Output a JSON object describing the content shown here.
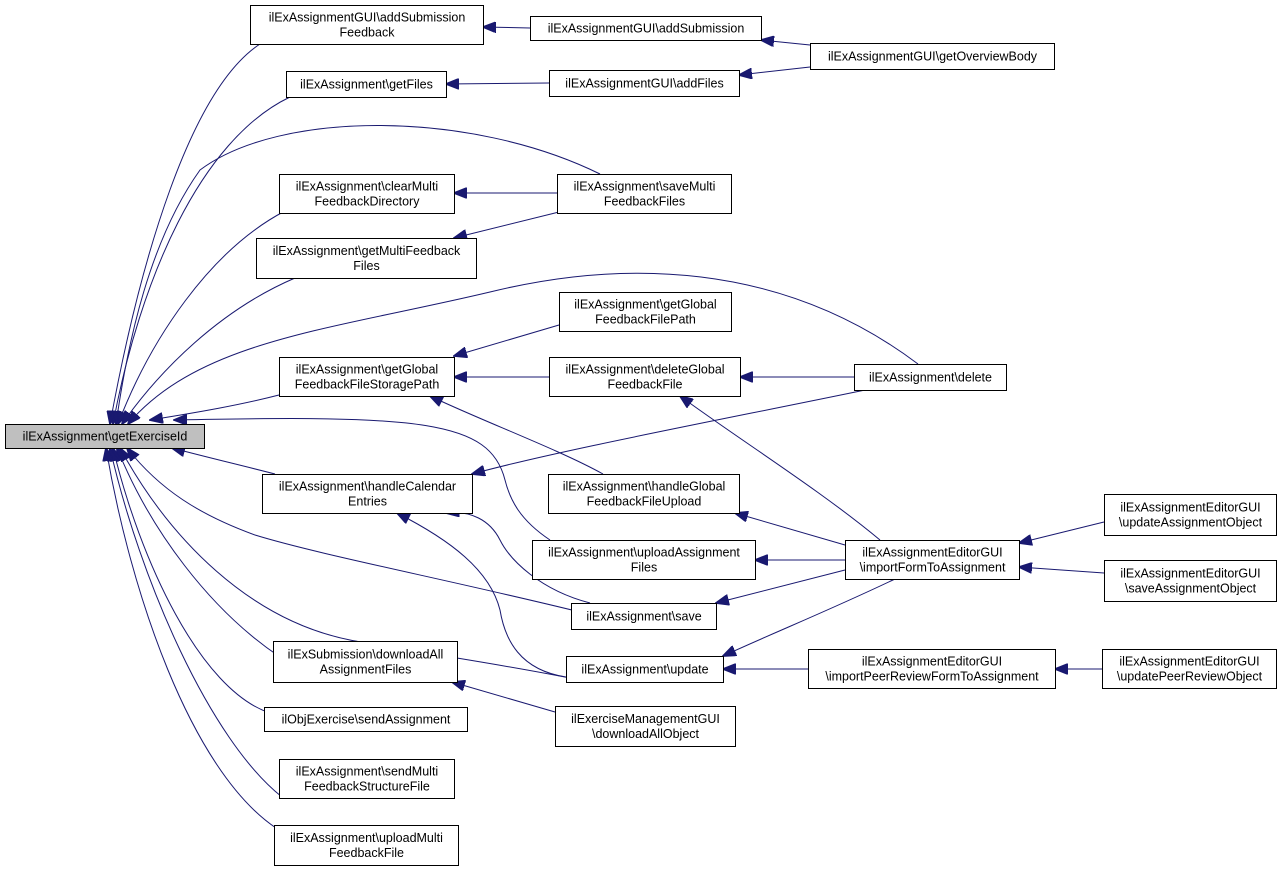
{
  "diagram": {
    "nodes": [
      {
        "id": "getExerciseId",
        "lines": [
          "ilExAssignment\\getExerciseId"
        ],
        "root": true
      },
      {
        "id": "guiAddSubmissionFeedback",
        "lines": [
          "ilExAssignmentGUI\\addSubmission",
          "Feedback"
        ]
      },
      {
        "id": "guiAddSubmission",
        "lines": [
          "ilExAssignmentGUI\\addSubmission"
        ]
      },
      {
        "id": "guiGetOverviewBody",
        "lines": [
          "ilExAssignmentGUI\\getOverviewBody"
        ]
      },
      {
        "id": "getFiles",
        "lines": [
          "ilExAssignment\\getFiles"
        ]
      },
      {
        "id": "guiAddFiles",
        "lines": [
          "ilExAssignmentGUI\\addFiles"
        ]
      },
      {
        "id": "clearMulti",
        "lines": [
          "ilExAssignment\\clearMulti",
          "FeedbackDirectory"
        ]
      },
      {
        "id": "saveMulti",
        "lines": [
          "ilExAssignment\\saveMulti",
          "FeedbackFiles"
        ]
      },
      {
        "id": "getMultiFeedback",
        "lines": [
          "ilExAssignment\\getMultiFeedback",
          "Files"
        ]
      },
      {
        "id": "getGlobalPath",
        "lines": [
          "ilExAssignment\\getGlobal",
          "FeedbackFilePath"
        ]
      },
      {
        "id": "getGlobalStorage",
        "lines": [
          "ilExAssignment\\getGlobal",
          "FeedbackFileStoragePath"
        ]
      },
      {
        "id": "deleteGlobal",
        "lines": [
          "ilExAssignment\\deleteGlobal",
          "FeedbackFile"
        ]
      },
      {
        "id": "delete",
        "lines": [
          "ilExAssignment\\delete"
        ]
      },
      {
        "id": "handleCalendar",
        "lines": [
          "ilExAssignment\\handleCalendar",
          "Entries"
        ]
      },
      {
        "id": "handleGlobal",
        "lines": [
          "ilExAssignment\\handleGlobal",
          "FeedbackFileUpload"
        ]
      },
      {
        "id": "uploadAssignment",
        "lines": [
          "ilExAssignment\\uploadAssignment",
          "Files"
        ]
      },
      {
        "id": "importForm",
        "lines": [
          "ilExAssignmentEditorGUI",
          "\\importFormToAssignment"
        ]
      },
      {
        "id": "updateAssignmentObject",
        "lines": [
          "ilExAssignmentEditorGUI",
          "\\updateAssignmentObject"
        ]
      },
      {
        "id": "saveAssignmentObject",
        "lines": [
          "ilExAssignmentEditorGUI",
          "\\saveAssignmentObject"
        ]
      },
      {
        "id": "save",
        "lines": [
          "ilExAssignment\\save"
        ]
      },
      {
        "id": "downloadAll",
        "lines": [
          "ilExSubmission\\downloadAll",
          "AssignmentFiles"
        ]
      },
      {
        "id": "update",
        "lines": [
          "ilExAssignment\\update"
        ]
      },
      {
        "id": "importPeer",
        "lines": [
          "ilExAssignmentEditorGUI",
          "\\importPeerReviewFormToAssignment"
        ]
      },
      {
        "id": "updatePeer",
        "lines": [
          "ilExAssignmentEditorGUI",
          "\\updatePeerReviewObject"
        ]
      },
      {
        "id": "sendAssignment",
        "lines": [
          "ilObjExercise\\sendAssignment"
        ]
      },
      {
        "id": "downloadAllObject",
        "lines": [
          "ilExerciseManagementGUI",
          "\\downloadAllObject"
        ]
      },
      {
        "id": "sendMulti",
        "lines": [
          "ilExAssignment\\sendMulti",
          "FeedbackStructureFile"
        ]
      },
      {
        "id": "uploadMulti",
        "lines": [
          "ilExAssignment\\uploadMulti",
          "FeedbackFile"
        ]
      }
    ],
    "edges": [
      {
        "from": "guiAddSubmissionFeedback",
        "to": "getExerciseId"
      },
      {
        "from": "getFiles",
        "to": "getExerciseId"
      },
      {
        "from": "saveMulti",
        "to": "getExerciseId"
      },
      {
        "from": "clearMulti",
        "to": "getExerciseId"
      },
      {
        "from": "getMultiFeedback",
        "to": "getExerciseId"
      },
      {
        "from": "delete",
        "to": "getExerciseId"
      },
      {
        "from": "getGlobalStorage",
        "to": "getExerciseId"
      },
      {
        "from": "uploadAssignment",
        "to": "getExerciseId"
      },
      {
        "from": "handleCalendar",
        "to": "getExerciseId"
      },
      {
        "from": "save",
        "to": "getExerciseId"
      },
      {
        "from": "update",
        "to": "getExerciseId"
      },
      {
        "from": "downloadAll",
        "to": "getExerciseId"
      },
      {
        "from": "sendAssignment",
        "to": "getExerciseId"
      },
      {
        "from": "sendMulti",
        "to": "getExerciseId"
      },
      {
        "from": "uploadMulti",
        "to": "getExerciseId"
      },
      {
        "from": "guiAddSubmission",
        "to": "guiAddSubmissionFeedback"
      },
      {
        "from": "guiGetOverviewBody",
        "to": "guiAddSubmission"
      },
      {
        "from": "guiAddFiles",
        "to": "getFiles"
      },
      {
        "from": "guiGetOverviewBody",
        "to": "guiAddFiles"
      },
      {
        "from": "saveMulti",
        "to": "clearMulti"
      },
      {
        "from": "saveMulti",
        "to": "getMultiFeedback"
      },
      {
        "from": "getGlobalPath",
        "to": "getGlobalStorage"
      },
      {
        "from": "deleteGlobal",
        "to": "getGlobalStorage"
      },
      {
        "from": "handleGlobal",
        "to": "getGlobalStorage"
      },
      {
        "from": "delete",
        "to": "deleteGlobal"
      },
      {
        "from": "importForm",
        "to": "deleteGlobal"
      },
      {
        "from": "delete",
        "to": "handleCalendar"
      },
      {
        "from": "save",
        "to": "handleCalendar"
      },
      {
        "from": "update",
        "to": "handleCalendar"
      },
      {
        "from": "importForm",
        "to": "handleGlobal"
      },
      {
        "from": "importForm",
        "to": "uploadAssignment"
      },
      {
        "from": "importForm",
        "to": "save"
      },
      {
        "from": "importForm",
        "to": "update"
      },
      {
        "from": "updateAssignmentObject",
        "to": "importForm"
      },
      {
        "from": "saveAssignmentObject",
        "to": "importForm"
      },
      {
        "from": "importPeer",
        "to": "update"
      },
      {
        "from": "updatePeer",
        "to": "importPeer"
      },
      {
        "from": "downloadAllObject",
        "to": "downloadAll"
      }
    ]
  }
}
